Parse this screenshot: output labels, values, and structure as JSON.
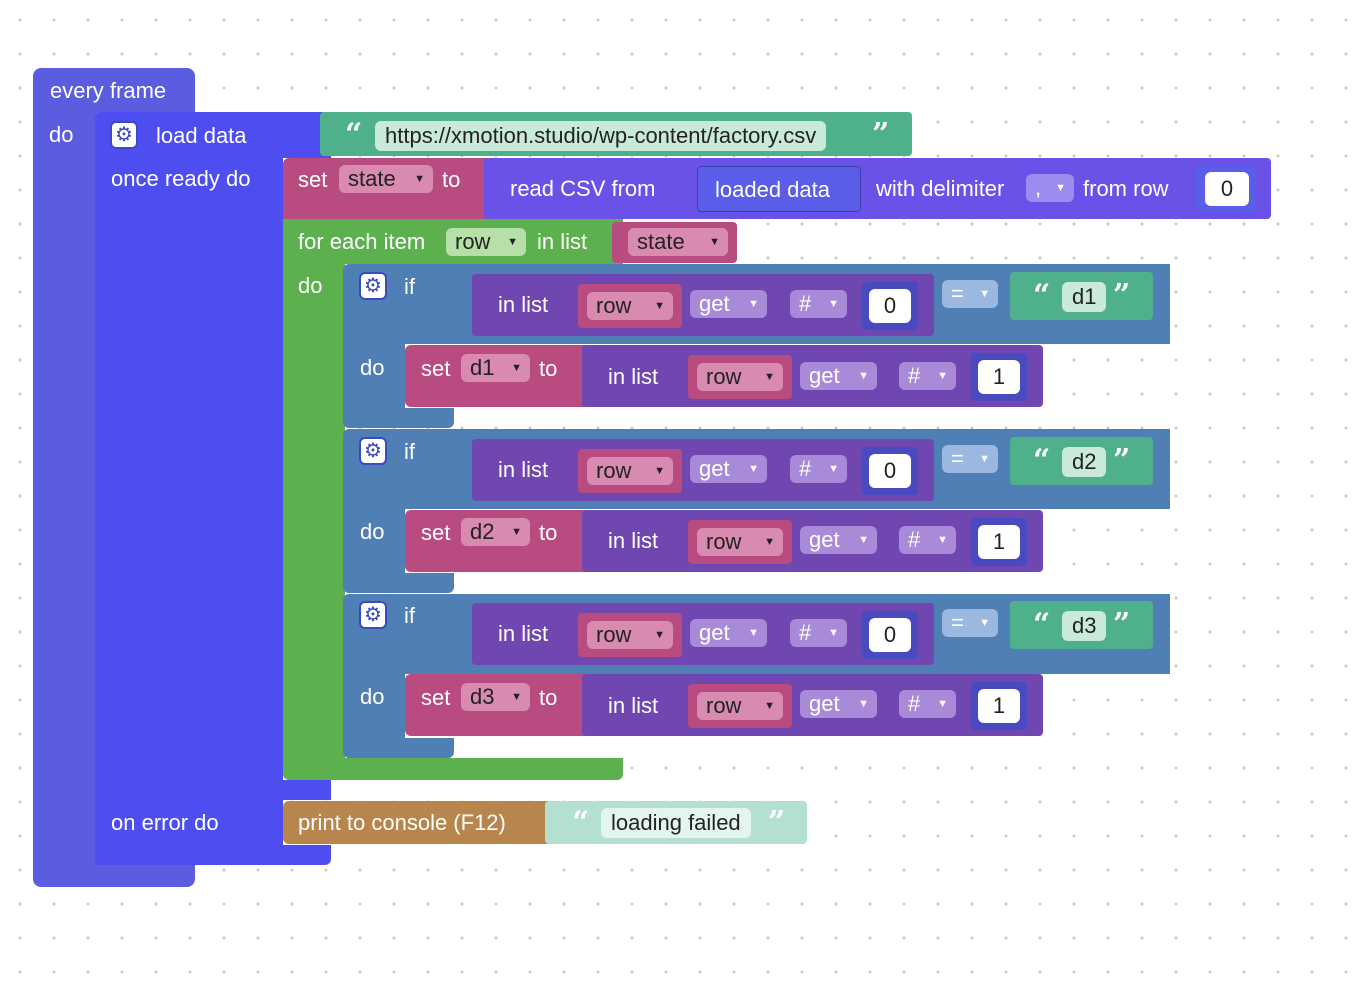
{
  "every_frame": {
    "title": "every frame",
    "do": "do"
  },
  "load_data": {
    "label": "load data",
    "url": "https://xmotion.studio/wp-content/factory.csv",
    "once_ready": "once ready do",
    "on_error": "on error do"
  },
  "set_state": {
    "set": "set",
    "var": "state",
    "to": "to",
    "read_csv": "read CSV from",
    "source": "loaded data",
    "with_delimiter": "with delimiter",
    "delimiter": ",",
    "from_row": "from row",
    "row_value": "0"
  },
  "for_each": {
    "label": "for each item",
    "var": "row",
    "in_list": "in list",
    "list": "state",
    "do": "do"
  },
  "if_blocks": [
    {
      "if": "if",
      "in_list": "in list",
      "list_var": "row",
      "get": "get",
      "hash": "#",
      "index": "0",
      "op": "=",
      "compare": "d1",
      "do": "do",
      "set": "set",
      "target": "d1",
      "to": "to",
      "set_list_var": "row",
      "set_get": "get",
      "set_hash": "#",
      "set_index": "1"
    },
    {
      "if": "if",
      "in_list": "in list",
      "list_var": "row",
      "get": "get",
      "hash": "#",
      "index": "0",
      "op": "=",
      "compare": "d2",
      "do": "do",
      "set": "set",
      "target": "d2",
      "to": "to",
      "set_list_var": "row",
      "set_get": "get",
      "set_hash": "#",
      "set_index": "1"
    },
    {
      "if": "if",
      "in_list": "in list",
      "list_var": "row",
      "get": "get",
      "hash": "#",
      "index": "0",
      "op": "=",
      "compare": "d3",
      "do": "do",
      "set": "set",
      "target": "d3",
      "to": "to",
      "set_list_var": "row",
      "set_get": "get",
      "set_hash": "#",
      "set_index": "1"
    }
  ],
  "print": {
    "label": "print to console (F12)",
    "message": "loading failed"
  },
  "colors": {
    "event": "#5c5ce0",
    "loader": "#4d4df0",
    "set": "#b84c80",
    "csv": "#6a52e8",
    "loop": "#5cb04e",
    "if": "#4f7fb5",
    "list": "#7046b0",
    "text": "#4fb08c",
    "print": "#b8864d",
    "text_light": "#b4e0d2"
  }
}
